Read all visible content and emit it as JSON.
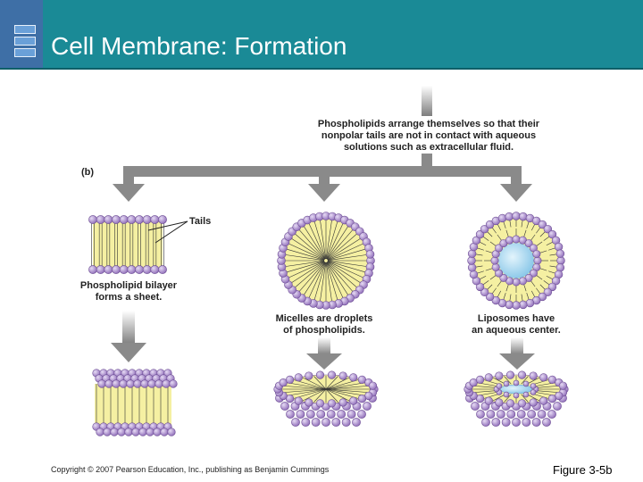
{
  "slide": {
    "title": "Cell Membrane: Formation",
    "copyright": "Copyright © 2007 Pearson Education, Inc., publishing as Benjamin Cummings",
    "figure_label": "Figure 3-5b"
  },
  "diagram": {
    "panel_label": "(b)",
    "intro_lines": [
      "Phospholipids arrange themselves so that their",
      "nonpolar tails are not in contact with aqueous",
      "solutions such as extracellular fluid."
    ],
    "tails_label": "Tails",
    "bilayer_caption": [
      "Phospholipid bilayer",
      "forms a sheet."
    ],
    "micelle_caption": [
      "Micelles are droplets",
      "of phospholipids."
    ],
    "liposome_caption": [
      "Liposomes have",
      "an aqueous center."
    ]
  },
  "colors": {
    "header": "#1a8a96",
    "head": "#b497d6",
    "tail_fill": "#f5f0a2",
    "aqueous": "#a9d8f0",
    "arrow": "#8a8a8a"
  }
}
